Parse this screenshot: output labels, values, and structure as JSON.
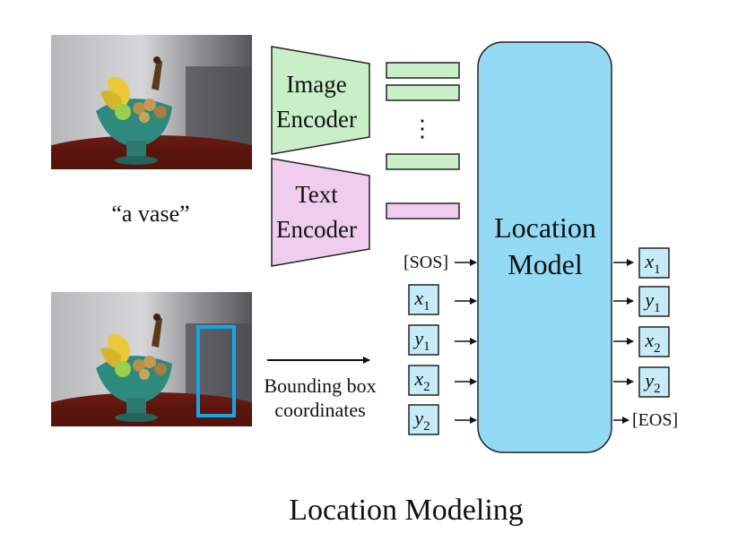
{
  "image_caption": "“a vase”",
  "image_encoder_label": [
    "Image",
    "Encoder"
  ],
  "text_encoder_label": [
    "Text",
    "Encoder"
  ],
  "ellipsis": "⋮",
  "location_model_label": [
    "Location",
    "Model"
  ],
  "sos_token": "[SOS]",
  "eos_token": "[EOS]",
  "bbox_label": [
    "Bounding box",
    "coordinates"
  ],
  "input_tokens": [
    {
      "var": "x",
      "sub": "1"
    },
    {
      "var": "y",
      "sub": "1"
    },
    {
      "var": "x",
      "sub": "2"
    },
    {
      "var": "y",
      "sub": "2"
    }
  ],
  "output_tokens": [
    {
      "var": "x",
      "sub": "1"
    },
    {
      "var": "y",
      "sub": "1"
    },
    {
      "var": "x",
      "sub": "2"
    },
    {
      "var": "y",
      "sub": "2"
    }
  ],
  "footer_title": "Location Modeling",
  "colors": {
    "image_encoder_fill": "#c9efc9",
    "text_encoder_fill": "#f0cdee",
    "location_model_fill": "#93dbf5",
    "token_fill": "#c6ecfa",
    "bbox_stroke": "#11a7e6",
    "outline": "#222222"
  }
}
